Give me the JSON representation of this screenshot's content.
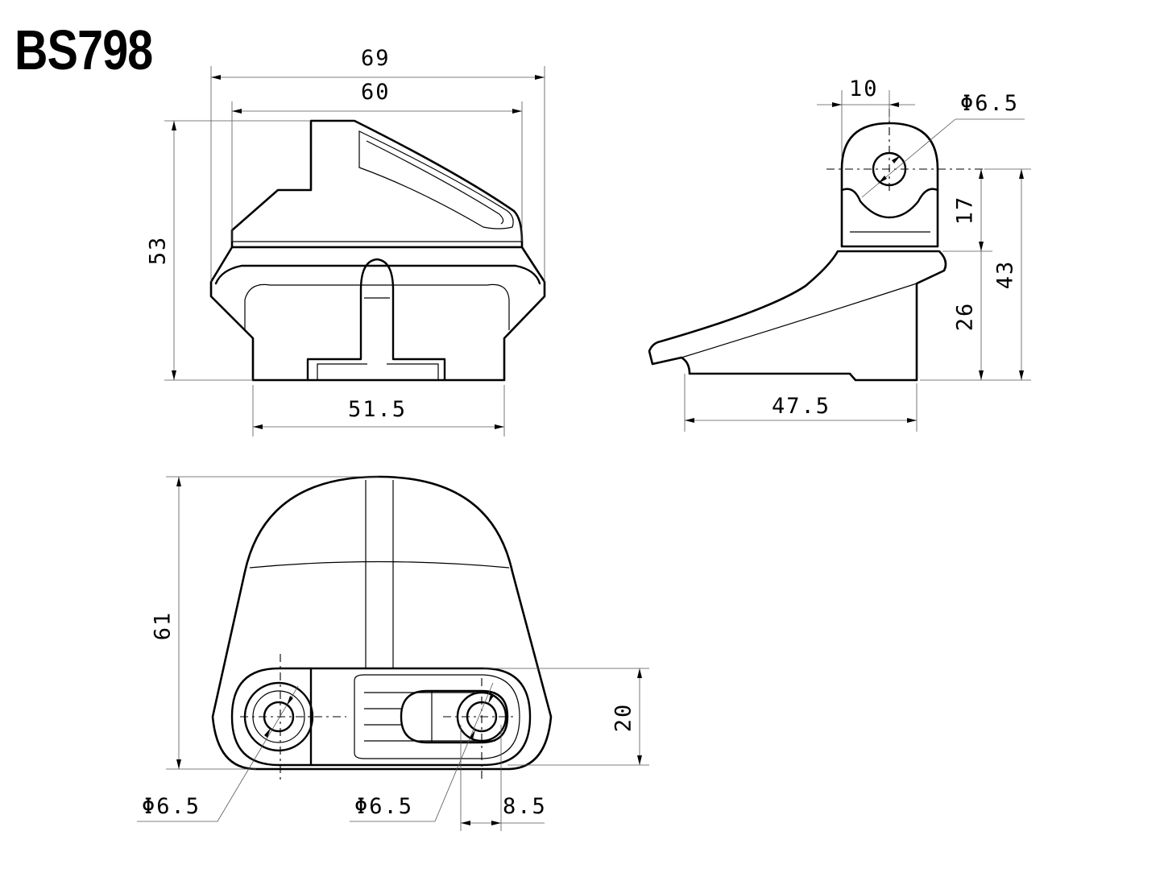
{
  "title": "BS798",
  "dimensions": {
    "front_width_outer": "69",
    "front_width_inner": "60",
    "front_height": "53",
    "front_base_width": "51.5",
    "side_boss_width": "10",
    "side_hole_diameter": "Φ6.5",
    "side_upper_height": "17",
    "side_lower_height": "26",
    "side_total_height": "43",
    "side_base_length": "47.5",
    "top_length": "61",
    "top_slot_width": "20",
    "top_hole_left": "Φ6.5",
    "top_hole_right": "Φ6.5",
    "top_slot_travel": "8.5"
  }
}
